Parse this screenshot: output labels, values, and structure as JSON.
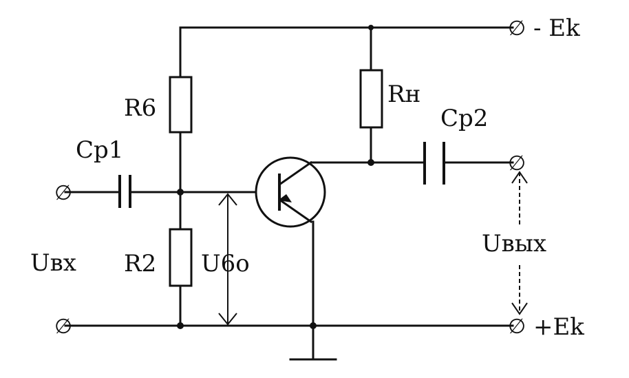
{
  "labels": {
    "rb": "R6",
    "rn": "Rн",
    "cp1": "Cp1",
    "cp2": "Cp2",
    "r2": "R2",
    "ubo": "U6o",
    "uvx": "Uвх",
    "uvyx": "Uвых",
    "ek_minus": "- Ek",
    "ek_plus": "+Ek"
  },
  "terminal_glyph": "∅",
  "colors": {
    "ink": "#111111",
    "background": "#ffffff"
  }
}
